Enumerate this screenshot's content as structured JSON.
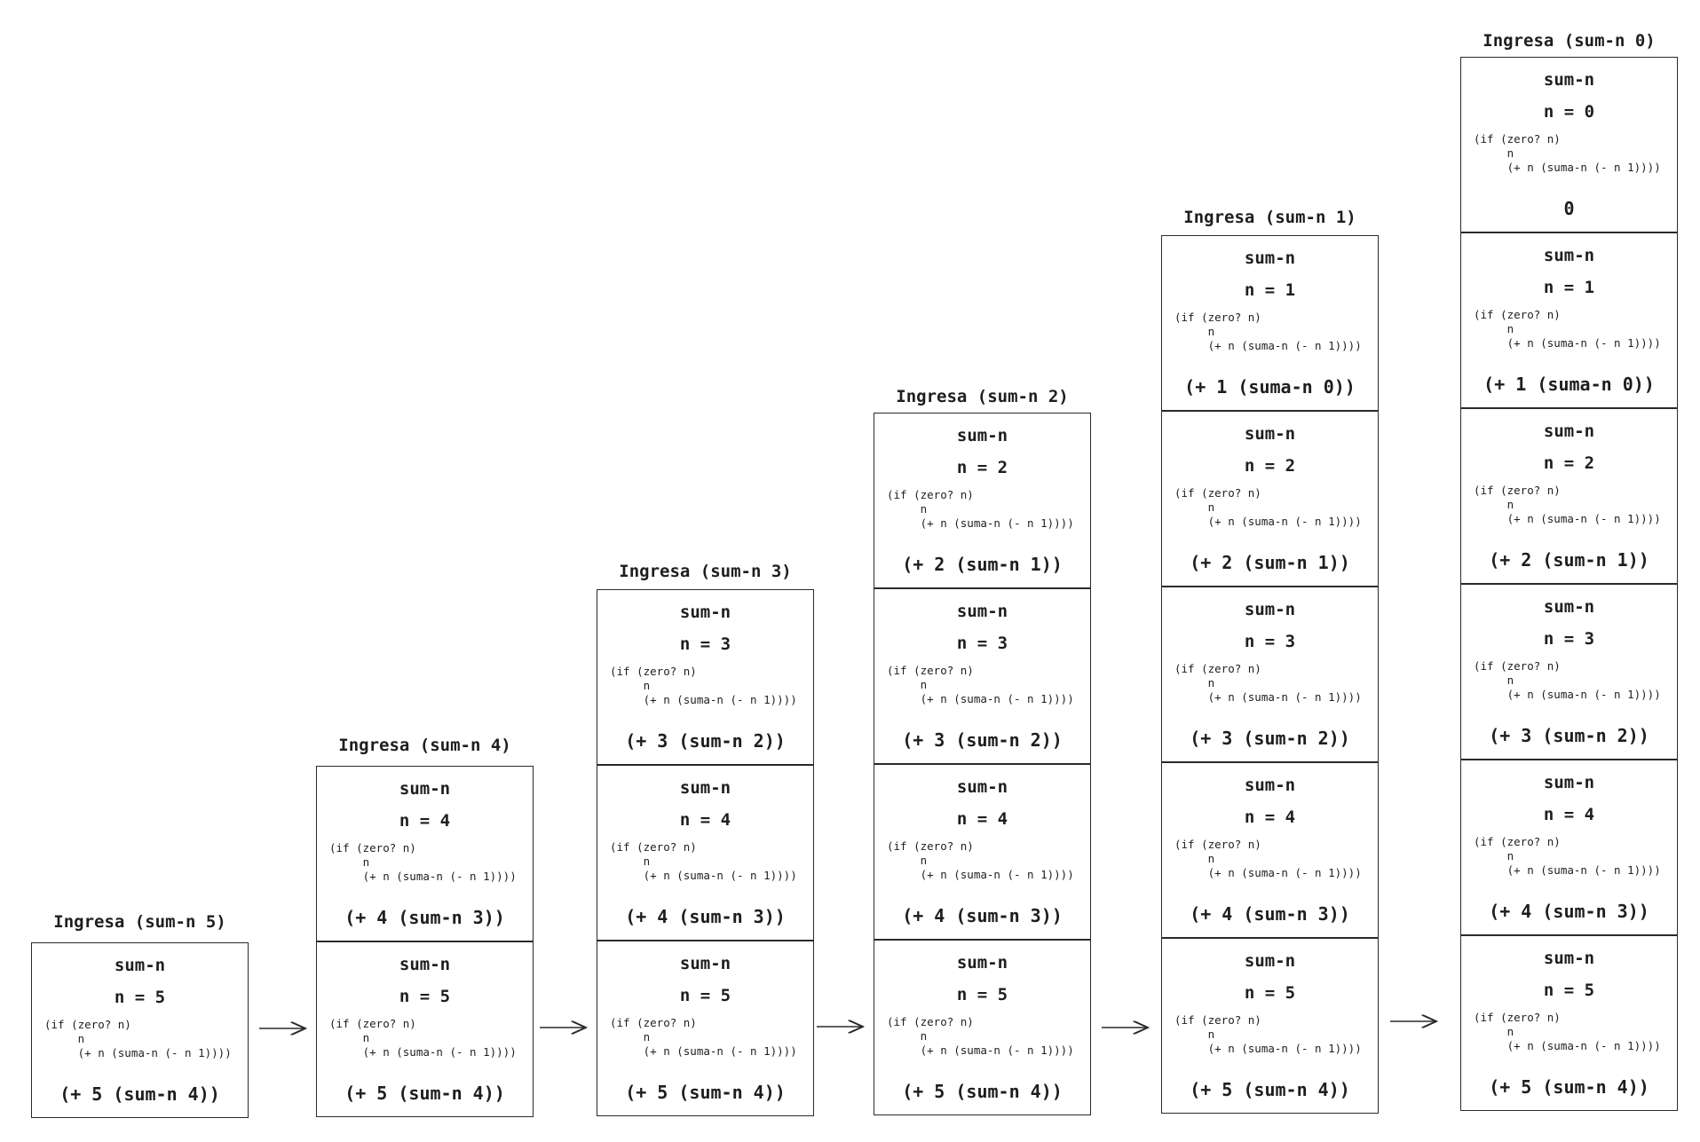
{
  "code": {
    "line1": "(if (zero? n)",
    "line2": "     n",
    "line3": "     (+ n (suma-n (- n 1))))"
  },
  "stacks": [
    {
      "title": "Ingresa (sum-n 5)",
      "frames": [
        {
          "name": "sum-n",
          "n": "n = 5",
          "result": "(+ 5 (sum-n 4))"
        }
      ]
    },
    {
      "title": "Ingresa (sum-n 4)",
      "frames": [
        {
          "name": "sum-n",
          "n": "n = 4",
          "result": "(+ 4 (sum-n 3))"
        },
        {
          "name": "sum-n",
          "n": "n = 5",
          "result": "(+ 5 (sum-n 4))"
        }
      ]
    },
    {
      "title": "Ingresa (sum-n 3)",
      "frames": [
        {
          "name": "sum-n",
          "n": "n = 3",
          "result": "(+ 3 (sum-n 2))"
        },
        {
          "name": "sum-n",
          "n": "n = 4",
          "result": "(+ 4 (sum-n 3))"
        },
        {
          "name": "sum-n",
          "n": "n = 5",
          "result": "(+ 5 (sum-n 4))"
        }
      ]
    },
    {
      "title": "Ingresa (sum-n 2)",
      "frames": [
        {
          "name": "sum-n",
          "n": "n = 2",
          "result": "(+ 2 (sum-n 1))"
        },
        {
          "name": "sum-n",
          "n": "n = 3",
          "result": "(+ 3 (sum-n 2))"
        },
        {
          "name": "sum-n",
          "n": "n = 4",
          "result": "(+ 4 (sum-n 3))"
        },
        {
          "name": "sum-n",
          "n": "n = 5",
          "result": "(+ 5 (sum-n 4))"
        }
      ]
    },
    {
      "title": "Ingresa (sum-n 1)",
      "frames": [
        {
          "name": "sum-n",
          "n": "n = 1",
          "result": "(+ 1 (suma-n 0))"
        },
        {
          "name": "sum-n",
          "n": "n = 2",
          "result": "(+ 2 (sum-n 1))"
        },
        {
          "name": "sum-n",
          "n": "n = 3",
          "result": "(+ 3 (sum-n 2))"
        },
        {
          "name": "sum-n",
          "n": "n = 4",
          "result": "(+ 4 (sum-n 3))"
        },
        {
          "name": "sum-n",
          "n": "n = 5",
          "result": "(+ 5 (sum-n 4))"
        }
      ]
    },
    {
      "title": "Ingresa (sum-n 0)",
      "frames": [
        {
          "name": "sum-n",
          "n": "n = 0",
          "result": "0"
        },
        {
          "name": "sum-n",
          "n": "n = 1",
          "result": "(+ 1 (suma-n 0))"
        },
        {
          "name": "sum-n",
          "n": "n = 2",
          "result": "(+ 2 (sum-n 1))"
        },
        {
          "name": "sum-n",
          "n": "n = 3",
          "result": "(+ 3 (sum-n 2))"
        },
        {
          "name": "sum-n",
          "n": "n = 4",
          "result": "(+ 4 (sum-n 3))"
        },
        {
          "name": "sum-n",
          "n": "n = 5",
          "result": "(+ 5 (sum-n 4))"
        }
      ]
    }
  ]
}
